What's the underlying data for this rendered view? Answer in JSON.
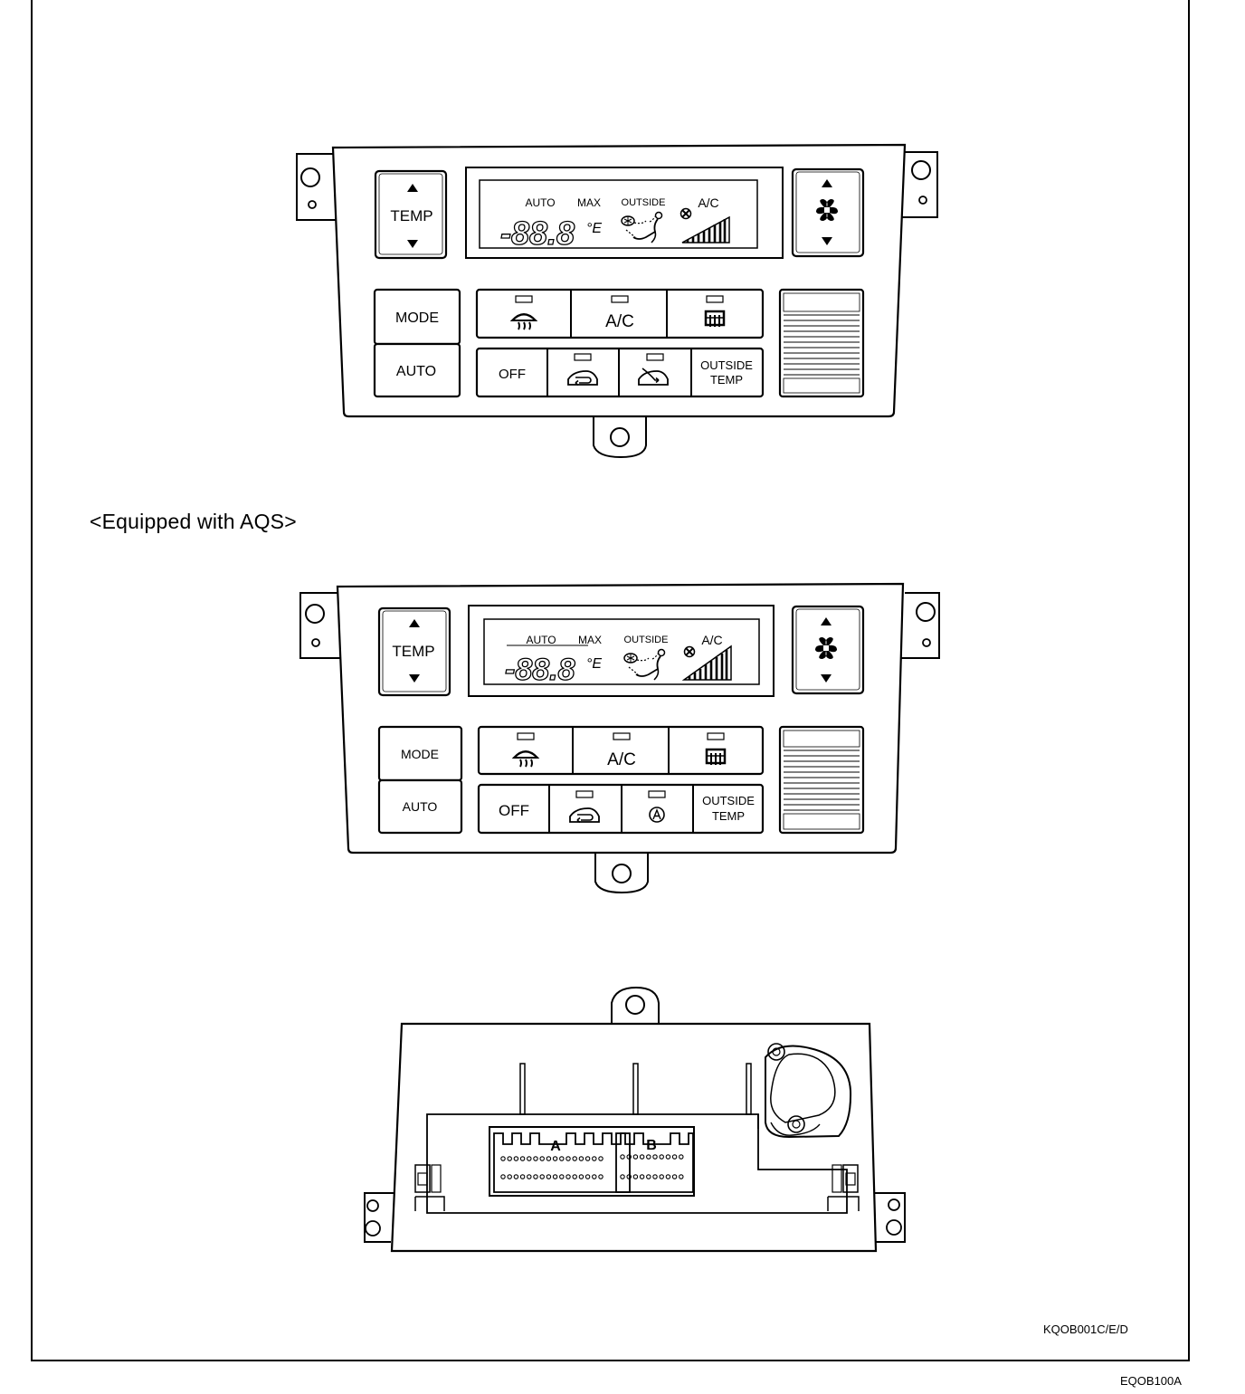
{
  "panels": [
    {
      "temp_label": "TEMP",
      "display": {
        "auto": "AUTO",
        "max": "MAX",
        "outside": "OUTSIDE",
        "ac": "A/C",
        "digits": "-88.8",
        "unit": "°E"
      },
      "buttons": {
        "mode": "MODE",
        "auto": "AUTO",
        "ac": "A/C",
        "off": "OFF",
        "outside_temp_1": "OUTSIDE",
        "outside_temp_2": "TEMP"
      },
      "bottom_middle_icon": "recirc-car-icon"
    },
    {
      "temp_label": "TEMP",
      "display": {
        "auto": "AUTO",
        "max": "MAX",
        "outside": "OUTSIDE",
        "ac": "A/C",
        "digits": "-88.8",
        "unit": "°E"
      },
      "buttons": {
        "mode": "MODE",
        "auto": "AUTO",
        "ac": "A/C",
        "off": "OFF",
        "outside_temp_1": "OUTSIDE",
        "outside_temp_2": "TEMP"
      },
      "bottom_middle_icon": "aqs-a-icon"
    }
  ],
  "aqs_caption": "<Equipped with AQS>",
  "rear": {
    "connector_a": "A",
    "connector_b": "B"
  },
  "figure_code": "KQOB001C/E/D",
  "page_code": "EQOB100A"
}
